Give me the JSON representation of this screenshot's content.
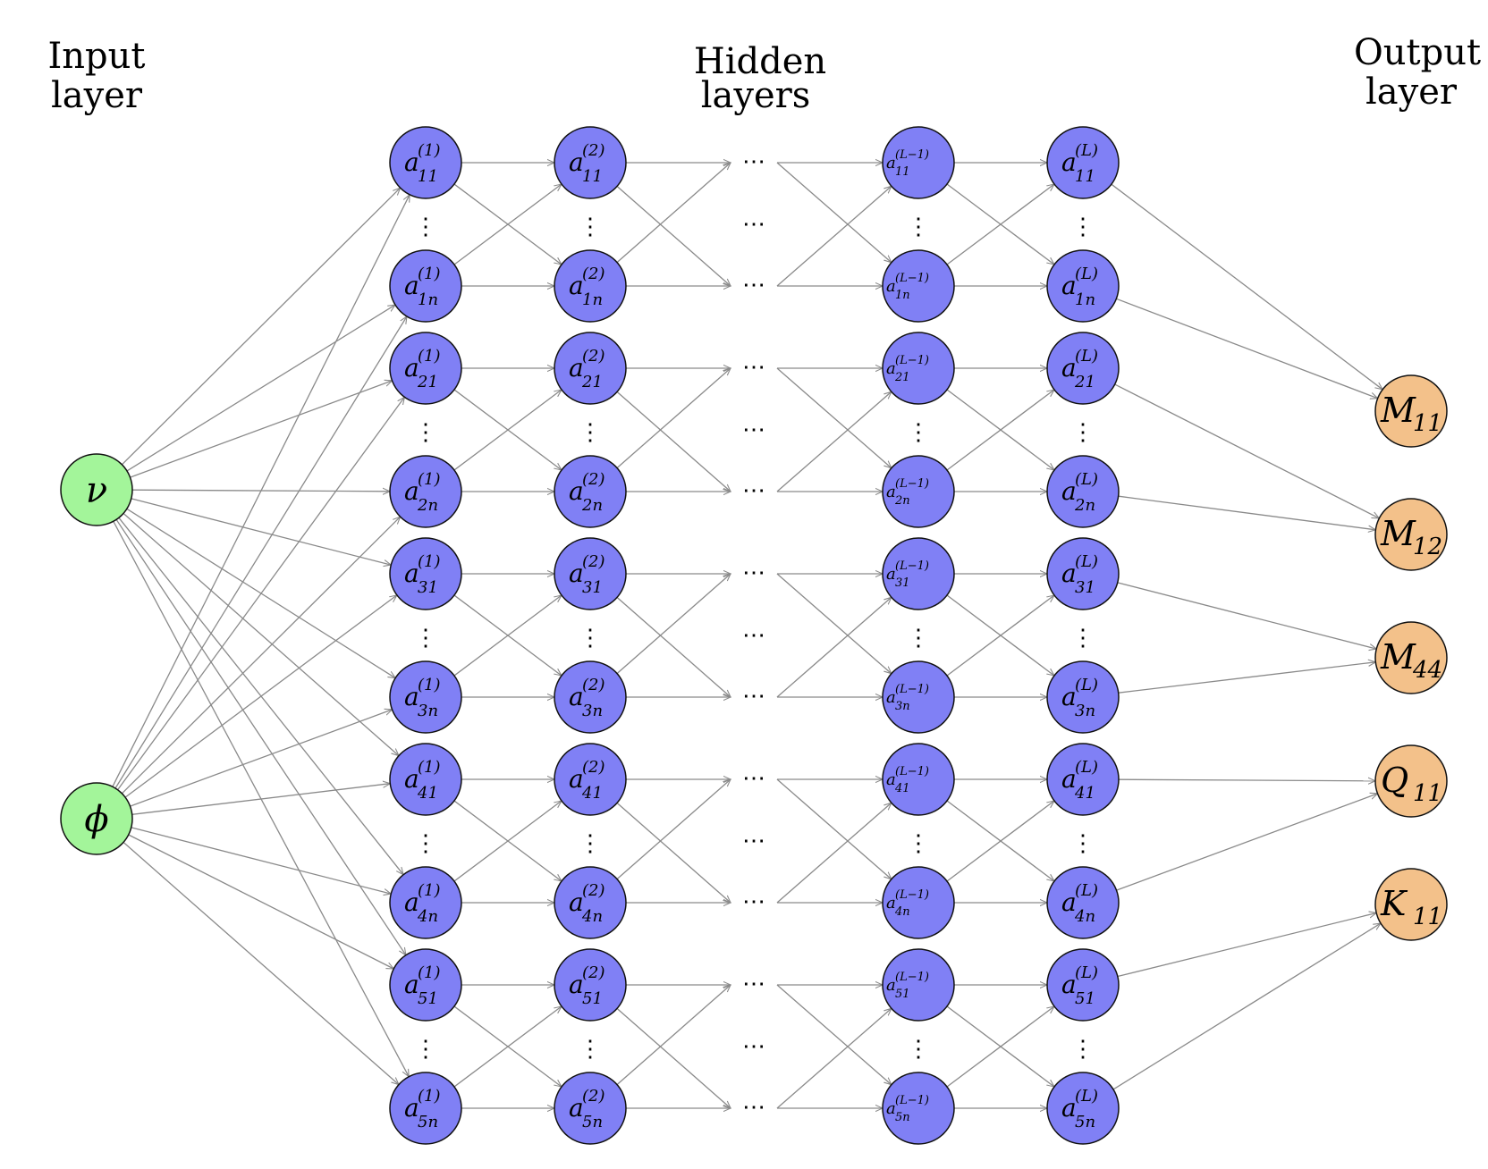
{
  "headers": {
    "input": [
      "Input",
      "layer"
    ],
    "hidden": [
      "Hidden",
      "layers"
    ],
    "output": [
      "Output",
      "layer"
    ]
  },
  "colors": {
    "input_fill": "#a3f59a",
    "hidden_fill": "#8080f5",
    "output_fill": "#f3c18a",
    "edge": "#8a8a8a",
    "stroke": "#111111"
  },
  "inputs": [
    {
      "symbol": "ν"
    },
    {
      "symbol": "ϕ"
    }
  ],
  "layer_supers": [
    "(1)",
    "(2)",
    "(L−1)",
    "(L)"
  ],
  "hidden_subs": [
    "11",
    "1n",
    "21",
    "2n",
    "31",
    "3n",
    "41",
    "4n",
    "51",
    "5n"
  ],
  "hidden_base": "a",
  "ellipsis": "⋯",
  "vdots": "⋮",
  "outputs": [
    {
      "base": "M",
      "sub": "11"
    },
    {
      "base": "M",
      "sub": "12"
    },
    {
      "base": "M",
      "sub": "44"
    },
    {
      "base": "Q",
      "sub": "11"
    },
    {
      "base": "K",
      "sub": "11"
    }
  ],
  "output_sources": [
    [
      0,
      1
    ],
    [
      2,
      3
    ],
    [
      4,
      5
    ],
    [
      6,
      7
    ],
    [
      8,
      9
    ]
  ]
}
